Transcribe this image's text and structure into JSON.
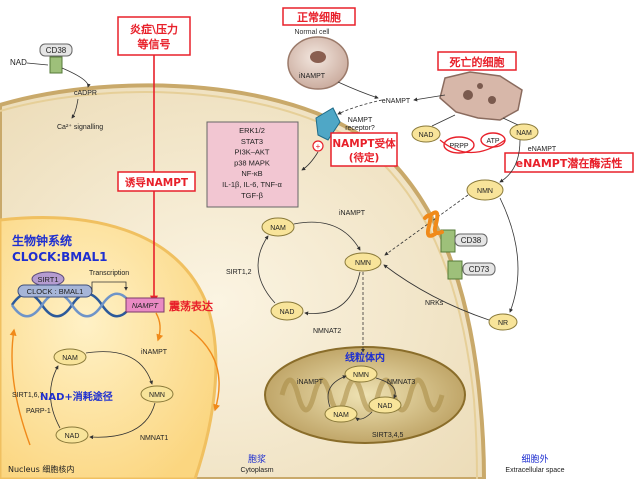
{
  "labels": {
    "inflammation": "炎症\\压力\n等信号",
    "normal_cell_cn": "正常细胞",
    "normal_cell_en": "Normal cell",
    "dead_cell": "死亡的细胞",
    "nampt_receptor_cn": "NAMPT受体\n(待定)",
    "enampt_activity": "eNAMPT潜在酶活性",
    "induce_nampt": "诱导NAMPT",
    "clock_system": "生物钟系统\nCLOCK:BMAL1",
    "oscillation": "震荡表达",
    "nad_consumption": "NAD+消耗途径",
    "mito_cn": "线粒体内",
    "nucleus_label": "Nucleus 细胞核内",
    "cytoplasm_cn": "胞浆",
    "cytoplasm_en": "Cytoplasm",
    "extracellular_cn": "细胞外",
    "extracellular_en": "Extracellular space"
  },
  "molecules": {
    "cd38_top": "CD38",
    "nad_top": "NAD",
    "cadpr": "cADPR",
    "ca_signalling": "Ca²⁺ signalling",
    "inampt_normal": "iNAMPT",
    "enampt": "eNAMPT",
    "nampt_receptor": "NAMPT\nreceptor?",
    "nad_dead": "NAD",
    "prpp": "PRPP",
    "atp": "ATP",
    "nam_dead": "NAM",
    "enampt_ext": "eNAMPT",
    "nmn_ext": "NMN",
    "cd38_mid": "CD38",
    "cd73": "CD73",
    "nrks": "NRKs",
    "nr": "NR",
    "signalling_box": "ERK1/2\nSTAT3\nPI3K–AKT\np38 MAPK\nNF-κB\nIL-1β, IL-6, TNF-α\nTGF-β",
    "inampt_cyto": "iNAMPT",
    "nam_cyto": "NAM",
    "nmn_cyto": "NMN",
    "nad_cyto": "NAD",
    "sirt12": "SIRT1,2",
    "nmnat2": "NMNAT2",
    "inampt_mito": "iNAMPT",
    "nmn_mito": "NMN",
    "nmnat3": "NMNAT3",
    "nam_mito": "NAM",
    "nad_mito": "NAD",
    "sirt345": "SIRT3,4,5",
    "sirt1_nuc": "SIRT1",
    "clock_bmal1": "CLOCK : BMAL1",
    "transcription": "Transcription",
    "nampt_gene": "NAMPT",
    "nam_nuc": "NAM",
    "inampt_nuc": "iNAMPT",
    "nmn_nuc": "NMN",
    "nad_nuc": "NAD",
    "sirt167": "SIRT1,6,7",
    "parp1": "PARP-1",
    "nmnat1": "NMNAT1"
  },
  "colors": {
    "red_label": "#e8202a",
    "node_fill": "#f8e49a",
    "node_stroke": "#8a7a3a",
    "cn_blue": "#1f2fd0",
    "orange_arrow": "#f08a1a",
    "pink_box": "#f2c6d2",
    "cell_fill": "#f7efd9",
    "nucleus_fill": "#fde7b0"
  }
}
